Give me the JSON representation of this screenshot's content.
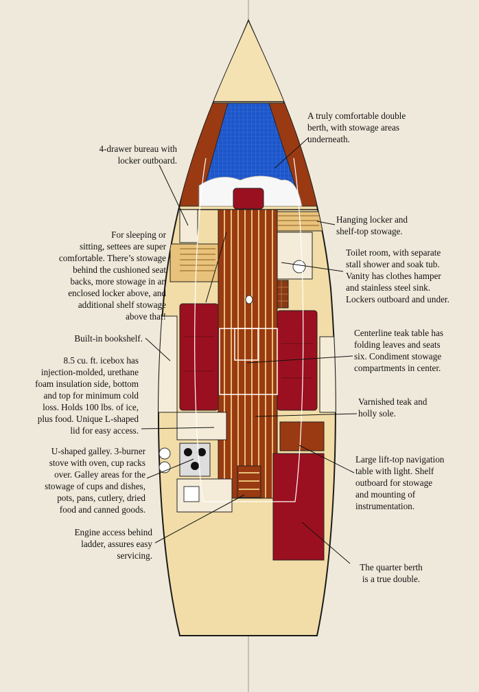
{
  "colors": {
    "background": "#efe9db",
    "hull": "#f2dda8",
    "hull_outline": "#1a1a1a",
    "teak": "#9a3a12",
    "holly": "#e8c27a",
    "cushion": "#9b1020",
    "cushion_dark": "#6e0a16",
    "vberth_blue": "#1d56c9",
    "cabinet": "#f4ecd8",
    "leader_line": "#111111"
  },
  "callouts": [
    {
      "id": "vberth",
      "text": "A truly comfortable double\nberth, with stowage areas\nunderneath."
    },
    {
      "id": "bureau",
      "text": "4-drawer bureau with\nlocker outboard."
    },
    {
      "id": "hanging-locker",
      "text": "Hanging locker and\nshelf-top stowage."
    },
    {
      "id": "settees",
      "text": "For sleeping or\nsitting, settees are super\ncomfortable. There’s stowage\nbehind the cushioned seat\nbacks, more stowage in an\nenclosed locker above, and\nadditional shelf stowage\nabove that!"
    },
    {
      "id": "toilet-room",
      "text": "Toilet room, with separate\nstall shower and soak tub.\nVanity has clothes hamper\nand stainless steel sink.\nLockers outboard and under."
    },
    {
      "id": "bookshelf",
      "text": "Built-in bookshelf."
    },
    {
      "id": "table",
      "text": "Centerline teak table has\nfolding leaves and seats\nsix. Condiment stowage\ncompartments in center."
    },
    {
      "id": "icebox",
      "text": "8.5 cu. ft. icebox has\ninjection-molded, urethane\nfoam insulation side, bottom\nand top for minimum cold\nloss. Holds 100 lbs. of ice,\nplus food. Unique L-shaped\nlid for easy access."
    },
    {
      "id": "sole",
      "text": "Varnished teak and\nholly sole."
    },
    {
      "id": "galley",
      "text": "U-shaped galley. 3-burner\nstove with oven, cup racks\nover. Galley areas for the\nstowage of cups and dishes,\npots, pans, cutlery, dried\nfood and canned goods."
    },
    {
      "id": "nav-table",
      "text": "Large lift-top navigation\ntable with light. Shelf\noutboard for stowage\nand mounting of\ninstrumentation."
    },
    {
      "id": "engine",
      "text": "Engine access behind\nladder, assures easy\nservicing."
    },
    {
      "id": "quarter-berth",
      "text": "The quarter berth\nis a true double."
    }
  ]
}
